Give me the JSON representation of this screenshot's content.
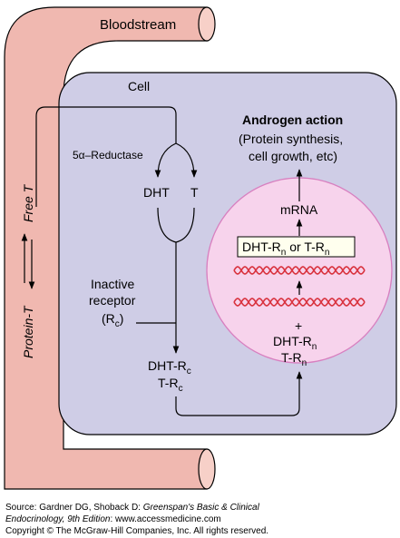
{
  "labels": {
    "bloodstream": "Bloodstream",
    "cell": "Cell",
    "protein_t": "Protein-T",
    "free_t": "Free T",
    "reductase": "5α–Reductase",
    "dht": "DHT",
    "t": "T",
    "inactive_receptor_line1": "Inactive",
    "inactive_receptor_line2": "receptor",
    "inactive_receptor_rc": "(R",
    "inactive_receptor_rc_sub": "c",
    "inactive_receptor_rc_close": ")",
    "dht_rc": "DHT-R",
    "dht_rc_sub": "c",
    "t_rc": "T-R",
    "t_rc_sub": "c",
    "androgen_action": "Androgen action",
    "androgen_action_detail1": "(Protein synthesis,",
    "androgen_action_detail2": "cell growth, etc)",
    "mrna": "mRNA",
    "dht_rn_box_a": "DHT-R",
    "dht_rn_box_a_sub": "n",
    "dht_rn_box_or": " or T-R",
    "dht_rn_box_b_sub": "n",
    "plus": "+",
    "nucleus_dht_rn": "DHT-R",
    "nucleus_dht_rn_sub": "n",
    "nucleus_t_rn": "T-R",
    "nucleus_t_rn_sub": "n"
  },
  "source": {
    "line1_prefix": "Source: Gardner DG, Shoback D: ",
    "line1_italic": "Greenspan's Basic & Clinical",
    "line2_italic": "Endocrinology, 9th Edition",
    "line2_suffix": ": www.accessmedicine.com",
    "line3": "Copyright © The McGraw-Hill Companies, Inc. All rights reserved."
  },
  "colors": {
    "vessel": "#f0b8b0",
    "cell": "#cfcde6",
    "nucleus": "#f7d3ec",
    "dna": "#d9333f"
  }
}
